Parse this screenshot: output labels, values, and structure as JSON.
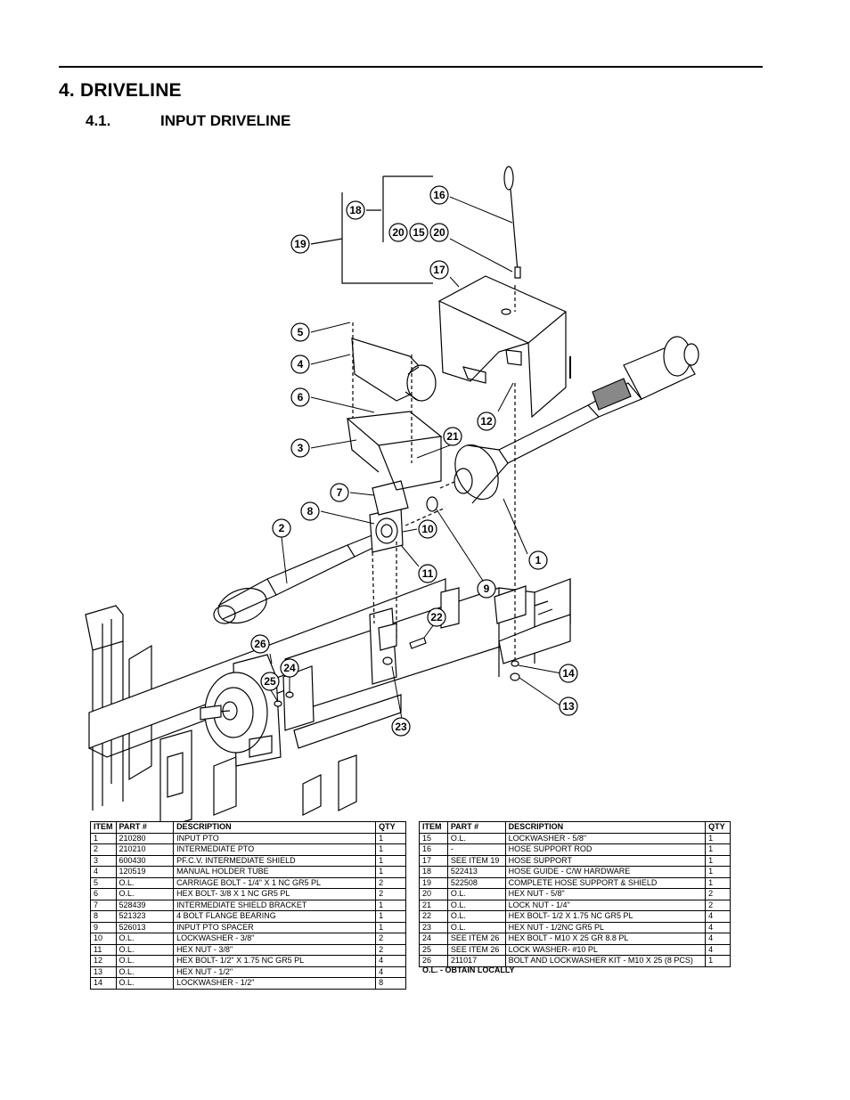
{
  "heading": {
    "number_title": "4. DRIVELINE",
    "sub_number": "4.1.",
    "sub_title": "INPUT DRIVELINE"
  },
  "callouts": [
    "1",
    "2",
    "3",
    "4",
    "5",
    "6",
    "7",
    "8",
    "9",
    "10",
    "11",
    "12",
    "13",
    "14",
    "15",
    "16",
    "17",
    "18",
    "19",
    "20",
    "21",
    "22",
    "23",
    "24",
    "25",
    "26"
  ],
  "table_left": {
    "headers": [
      "ITEM",
      "PART #",
      "DESCRIPTION",
      "QTY"
    ],
    "rows": [
      [
        "1",
        "210280",
        "INPUT PTO",
        "1"
      ],
      [
        "2",
        "210210",
        "INTERMEDIATE PTO",
        "1"
      ],
      [
        "3",
        "600430",
        "PF.C.V. INTERMEDIATE SHIELD",
        "1"
      ],
      [
        "4",
        "120519",
        "MANUAL HOLDER TUBE",
        "1"
      ],
      [
        "5",
        "O.L.",
        "CARRIAGE BOLT - 1/4\" X 1 NC GR5 PL",
        "2"
      ],
      [
        "6",
        "O.L.",
        "HEX BOLT- 3/8 X 1 NC GR5 PL",
        "2"
      ],
      [
        "7",
        "528439",
        "INTERMEDIATE SHIELD BRACKET",
        "1"
      ],
      [
        "8",
        "521323",
        "4 BOLT FLANGE BEARING",
        "1"
      ],
      [
        "9",
        "526013",
        "INPUT PTO SPACER",
        "1"
      ],
      [
        "10",
        "O.L.",
        "LOCKWASHER - 3/8\"",
        "2"
      ],
      [
        "11",
        "O.L.",
        "HEX NUT - 3/8\"",
        "2"
      ],
      [
        "12",
        "O.L.",
        "HEX BOLT- 1/2\" X 1.75 NC GR5 PL",
        "4"
      ],
      [
        "13",
        "O.L.",
        "HEX NUT - 1/2\"",
        "4"
      ],
      [
        "14",
        "O.L.",
        "LOCKWASHER - 1/2\"",
        "8"
      ]
    ]
  },
  "table_right": {
    "headers": [
      "ITEM",
      "PART #",
      "DESCRIPTION",
      "QTY"
    ],
    "rows": [
      [
        "15",
        "O.L.",
        "LOCKWASHER - 5/8\"",
        "1"
      ],
      [
        "16",
        "-",
        "HOSE SUPPORT ROD",
        "1"
      ],
      [
        "17",
        "SEE ITEM 19",
        "HOSE SUPPORT",
        "1"
      ],
      [
        "18",
        "522413",
        "HOSE GUIDE - C/W HARDWARE",
        "1"
      ],
      [
        "19",
        "522508",
        "COMPLETE HOSE SUPPORT & SHIELD",
        "1"
      ],
      [
        "20",
        "O.L.",
        "HEX NUT - 5/8\"",
        "2"
      ],
      [
        "21",
        "O.L.",
        "LOCK NUT - 1/4\"",
        "2"
      ],
      [
        "22",
        "O.L.",
        "HEX BOLT- 1/2 X 1.75 NC GR5 PL",
        "4"
      ],
      [
        "23",
        "O.L.",
        "HEX NUT - 1/2NC GR5 PL",
        "4"
      ],
      [
        "24",
        "SEE ITEM 26",
        "HEX BOLT - M10 X 25 GR 8.8 PL",
        "4"
      ],
      [
        "25",
        "SEE ITEM 26",
        "LOCK WASHER- #10 PL",
        "4"
      ],
      [
        "26",
        "211017",
        "BOLT AND LOCKWASHER KIT - M10 X 25 (8 PCS)",
        "1"
      ]
    ]
  },
  "note": "O.L. - OBTAIN LOCALLY"
}
